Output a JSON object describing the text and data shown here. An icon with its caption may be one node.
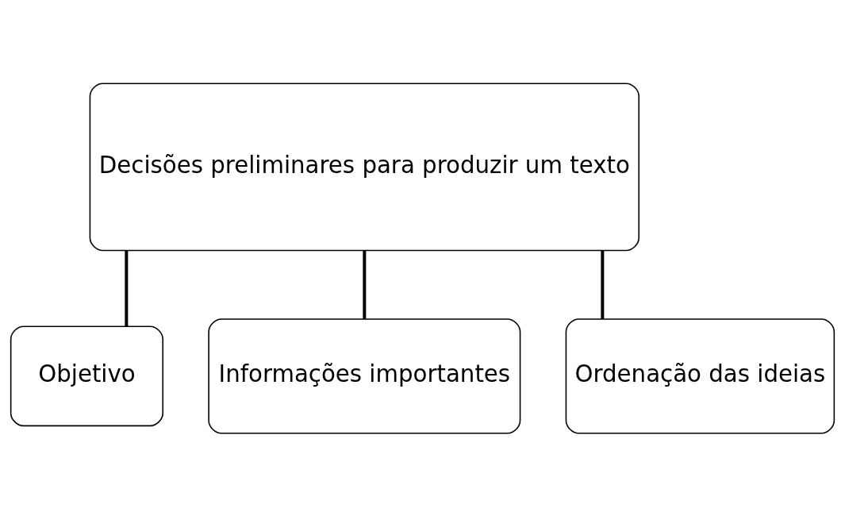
{
  "diagram": {
    "nodes": [
      {
        "text": [
          "Decisões preliminares para produzir um texto"
        ]
      },
      {
        "text": [
          "Objetivo"
        ]
      },
      {
        "text": [
          "Informações importantes"
        ]
      },
      {
        "text": [
          "Ordenação das ideias"
        ]
      }
    ],
    "edges": [
      {
        "from": 0,
        "to": 1,
        "arrow": "none"
      },
      {
        "from": 0,
        "to": 2,
        "arrow": "none"
      },
      {
        "from": 0,
        "to": 3,
        "arrow": "none"
      }
    ]
  }
}
